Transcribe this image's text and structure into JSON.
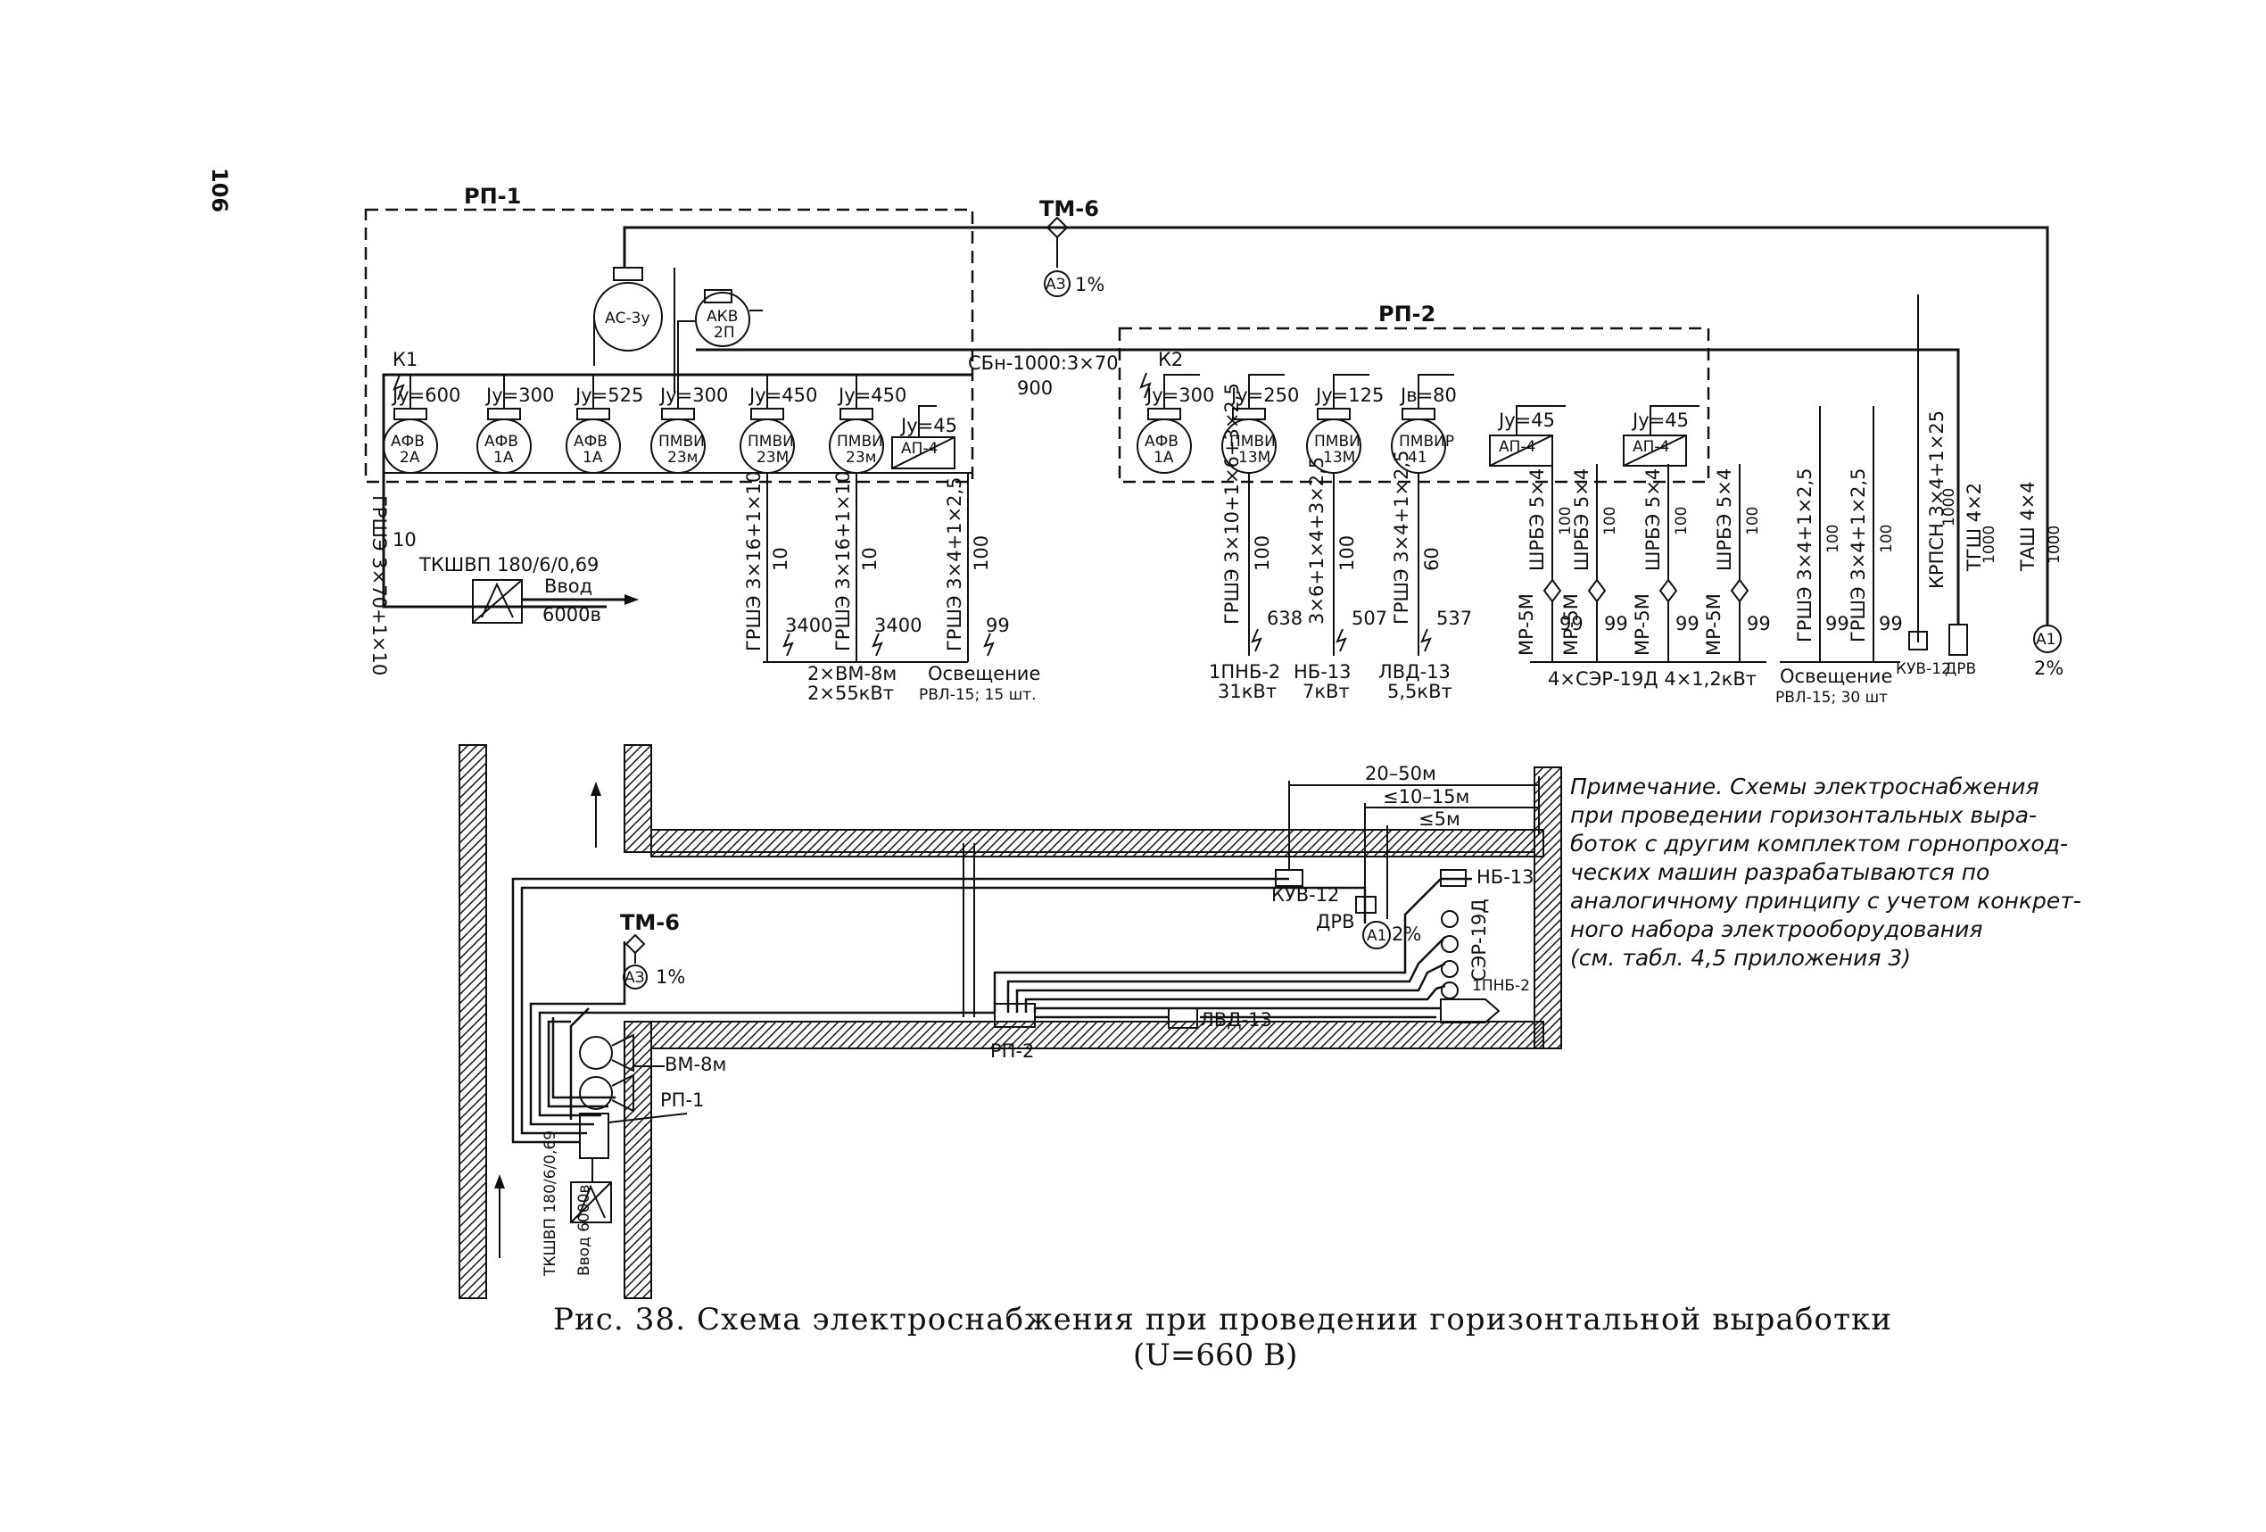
{
  "page_number": "106",
  "schematic": {
    "panel_rp1": "РП-1",
    "panel_rp2": "РП-2",
    "tm6": "ТМ-6",
    "az_top": "АЗ",
    "az_top_pct": "1%",
    "k1": "К1",
    "k2": "К2",
    "trunk_cable": "СБн-1000:3×70",
    "trunk_len": "900",
    "as3u": "АС-3у",
    "akv": "АКВ",
    "akv_sub": "2П",
    "rp1_devices": [
      {
        "top": "Jу=600",
        "name": "АФВ",
        "sub": "2А"
      },
      {
        "top": "Jу=300",
        "name": "АФВ",
        "sub": "1А"
      },
      {
        "top": "Jу=525",
        "name": "АФВ",
        "sub": "1А"
      },
      {
        "top": "Jу=300",
        "name": "ПМВИ",
        "sub": "23м"
      },
      {
        "top": "Jу=450",
        "name": "ПМВИ",
        "sub": "23М"
      },
      {
        "top": "Jу=450",
        "name": "ПМВИ",
        "sub": "23м"
      },
      {
        "top": "Jу=45",
        "name": "АП-4",
        "sub": ""
      }
    ],
    "rp2_devices": [
      {
        "top": "Jу=300",
        "name": "АФВ",
        "sub": "1А"
      },
      {
        "top": "Jу=250",
        "name": "ПМВИ",
        "sub": "13М"
      },
      {
        "top": "Jу=125",
        "name": "ПМВИ",
        "sub": "13М"
      },
      {
        "top": "Jв=80",
        "name": "ПМВИР",
        "sub": "41"
      },
      {
        "top": "Jу=45",
        "name": "АП-4",
        "sub": ""
      },
      {
        "top": "Jу=45",
        "name": "АП-4",
        "sub": ""
      }
    ],
    "feed_cable": "ГРШЭ 3×70+1×10",
    "feed_len": "10",
    "transformer": "ТКШВП 180/6/0,69",
    "input_label": "Ввод",
    "input_voltage": "6000в",
    "rp1_cables": [
      {
        "cable": "ГРШЭ 3×16+1×10",
        "len": "10",
        "dist": "3400"
      },
      {
        "cable": "ГРШЭ 3×16+1×10",
        "len": "10",
        "dist": "3400"
      },
      {
        "cable": "ГРШЭ 3×4+1×2,5",
        "len": "100",
        "dist": "99"
      }
    ],
    "fan_label": "2×ВМ-8м",
    "fan_power": "2×55кВт",
    "lighting1": "Освещение",
    "lighting1_sub": "РВЛ-15; 15 шт.",
    "rp2_cables": [
      {
        "cable": "ГРШЭ 3×10+1×6+3×2,5",
        "len": "100",
        "dist": "638",
        "cons": "1ПНБ-2",
        "power": "31кВт"
      },
      {
        "cable": "3×6+1×4+3×2,5",
        "len": "100",
        "dist": "507",
        "cons": "НБ-13",
        "power": "7кВт"
      },
      {
        "cable": "ГРШЭ 3×4+1×2,5",
        "len": "60",
        "dist": "537",
        "cons": "ЛВД-13",
        "power": "5,5кВт"
      }
    ],
    "drill_cables": [
      {
        "plug": "МР-5М",
        "cable": "ШРБЭ 5×4",
        "len": "100",
        "d": "99"
      },
      {
        "plug": "МР-5М",
        "cable": "ШРБЭ 5×4",
        "len": "100",
        "d": "99"
      },
      {
        "plug": "МР-5М",
        "cable": "ШРБЭ 5×4",
        "len": "100",
        "d": "99"
      },
      {
        "plug": "МР-5М",
        "cable": "ШРБЭ 5×4",
        "len": "100",
        "d": "99"
      }
    ],
    "drills_label": "4×СЭР-19Д 4×1,2кВт",
    "rp2_light_cables": [
      {
        "cable": "ГРШЭ 3×4+1×2,5",
        "len": "100",
        "d": "99"
      },
      {
        "cable": "ГРШЭ 3×4+1×2,5",
        "len": "100",
        "d": "99"
      }
    ],
    "lighting2": "Освещение",
    "lighting2_sub": "РВЛ-15; 30 шт",
    "kupsn": "КРПСН 3×4+1×25",
    "kupsn_len": "1000",
    "kuv": "КУВ-12",
    "tgsh": "ТГШ 4×2",
    "tgsh_len": "1000",
    "drv": "ДРВ",
    "tash": "ТАШ 4×4",
    "tash_len": "1000",
    "a1": "А1",
    "a1_pct": "2%"
  },
  "plan": {
    "dim1": "20–50м",
    "dim2": "≤10–15м",
    "dim3": "≤5м",
    "kuv": "КУВ-12",
    "drv": "ДРВ",
    "a1": "А1",
    "a1_pct": "2%",
    "nb13": "НБ-13",
    "ser": "СЭР-19Д",
    "pnb": "1ПНБ-2",
    "lvd": "ЛВД-13",
    "rp2": "РП-2",
    "tm6": "ТМ-6",
    "az": "АЗ",
    "az_pct": "1%",
    "vm": "ВМ-8м",
    "rp1": "РП-1",
    "transformer": "ТКШВП 180/6/0,69",
    "input": "Ввод 6000в"
  },
  "note": [
    "Примечание. Схемы электроснабжения",
    "при проведении горизонтальных выра-",
    "боток с другим комплектом горнопроход-",
    "ческих машин разрабатываются по",
    "аналогичному принципу с учетом конкрет-",
    "ного набора электрооборудования",
    "(см. табл. 4,5 приложения 3)"
  ],
  "caption": {
    "line1": "Рис. 38. Схема электроснабжения при проведении горизонтальной выработки",
    "line2": "(U=660 В)"
  }
}
